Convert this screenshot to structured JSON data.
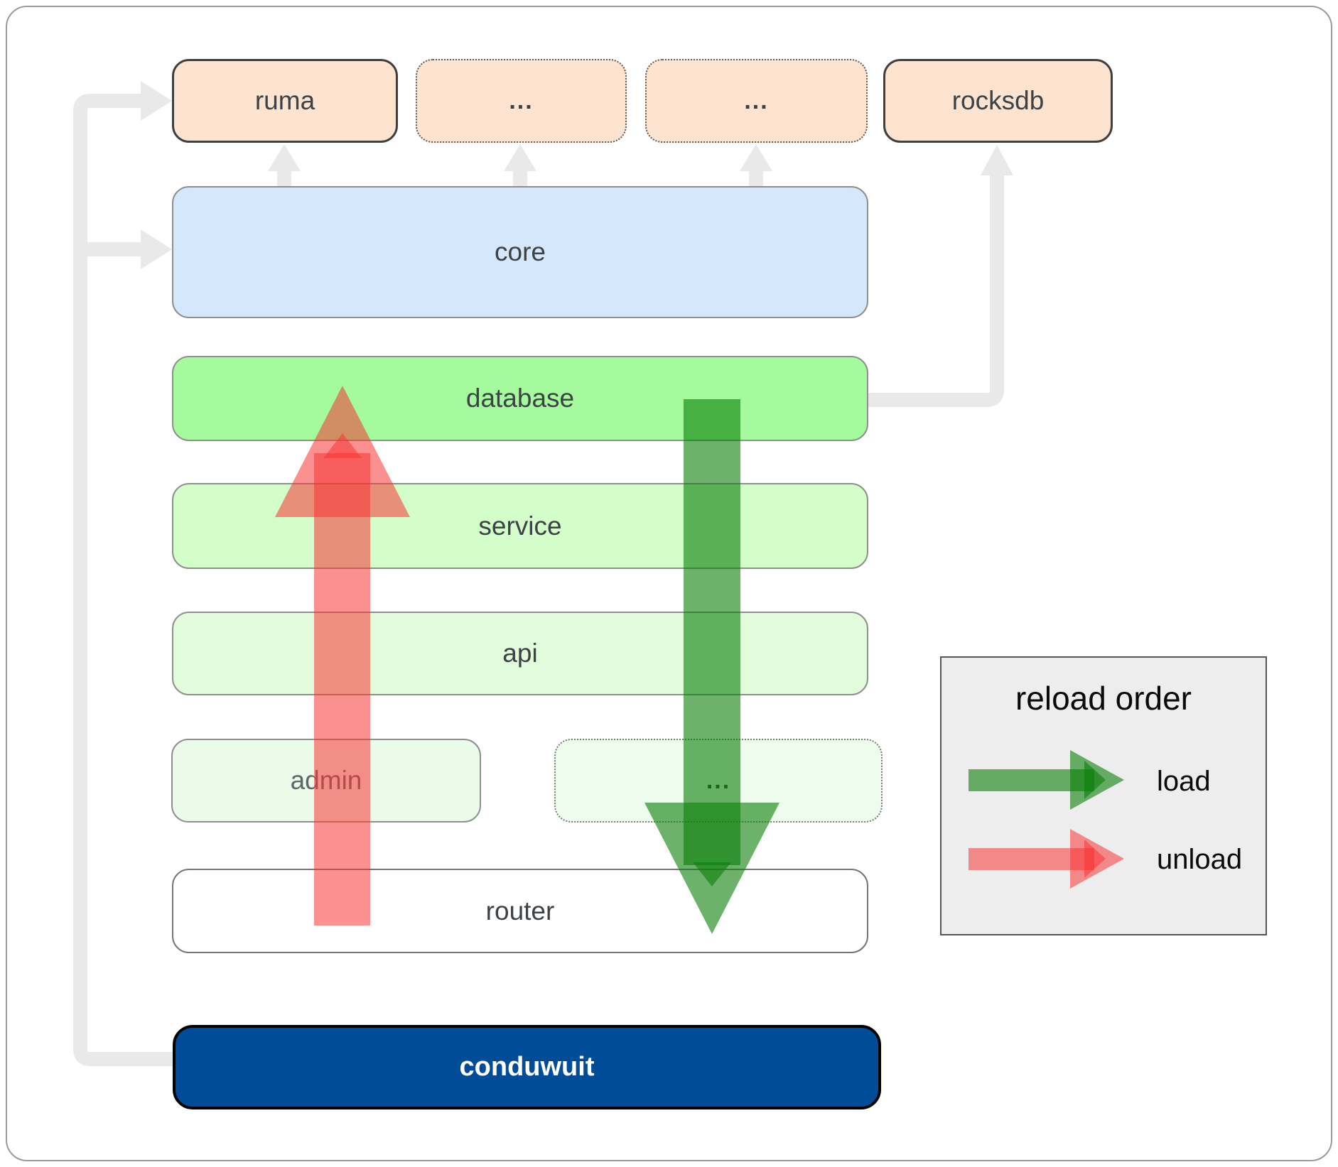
{
  "boxes": {
    "ruma": {
      "label": "ruma"
    },
    "dots1": {
      "label": "..."
    },
    "dots2": {
      "label": "..."
    },
    "rocksdb": {
      "label": "rocksdb"
    },
    "core": {
      "label": "core"
    },
    "database": {
      "label": "database"
    },
    "service": {
      "label": "service"
    },
    "api": {
      "label": "api"
    },
    "admin": {
      "label": "admin"
    },
    "dots3": {
      "label": "..."
    },
    "router": {
      "label": "router"
    },
    "conduwuit": {
      "label": "conduwuit"
    }
  },
  "legend": {
    "title": "reload order",
    "items": [
      {
        "label": "load"
      },
      {
        "label": "unload"
      }
    ]
  },
  "colors": {
    "load_green": "#0a7f08",
    "unload_red": "#f83535",
    "connector_gray": "#e9e9e9",
    "conduwuit_blue": "#004c99",
    "database_green": "#a4fa9c",
    "core_blue": "#d5e7fa",
    "module_peach": "#fce4d0"
  }
}
